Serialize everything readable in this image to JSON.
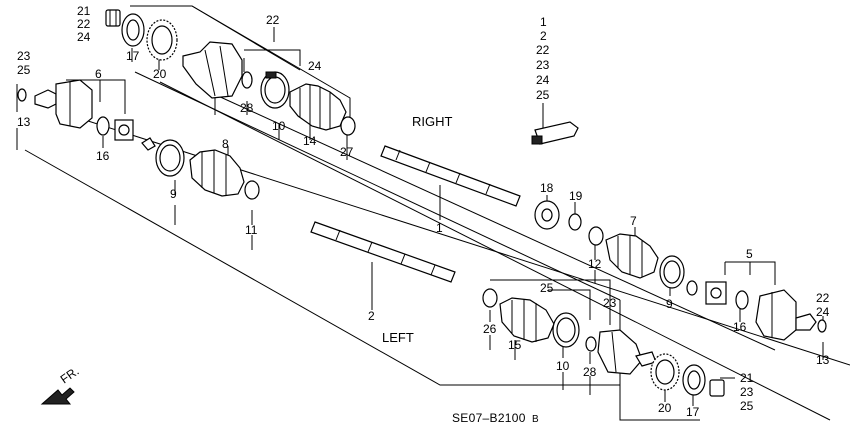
{
  "labels": {
    "right": "RIGHT",
    "left": "LEFT",
    "fr": "FR.",
    "code": "SE07–B2100",
    "code_rev": "B"
  },
  "callouts": {
    "c21a": "21",
    "c22a": "22",
    "c24a": "24",
    "c22top": "22",
    "c17a": "17",
    "c20a": "20",
    "c24b": "24",
    "c28a": "28",
    "c10a": "10",
    "c14": "14",
    "c27": "27",
    "c23a": "23",
    "c25a": "25",
    "c13a": "13",
    "c6": "6",
    "c16a": "16",
    "c8": "8",
    "c9a": "9",
    "c11": "11",
    "k1": "1",
    "k2": "2",
    "k22": "22",
    "k23": "23",
    "k24": "24",
    "k25": "25",
    "c1": "1",
    "c18": "18",
    "c19": "19",
    "c7": "7",
    "c12": "12",
    "c9b": "9",
    "c5": "5",
    "c16b": "16",
    "c22b": "22",
    "c24c": "24",
    "c13b": "13",
    "c2": "2",
    "c26": "26",
    "c15": "15",
    "c25b": "25",
    "c10b": "10",
    "c28b": "28",
    "c23b": "23",
    "c20b": "20",
    "c17b": "17",
    "c21b": "21",
    "c23c": "23",
    "c25c": "25"
  }
}
